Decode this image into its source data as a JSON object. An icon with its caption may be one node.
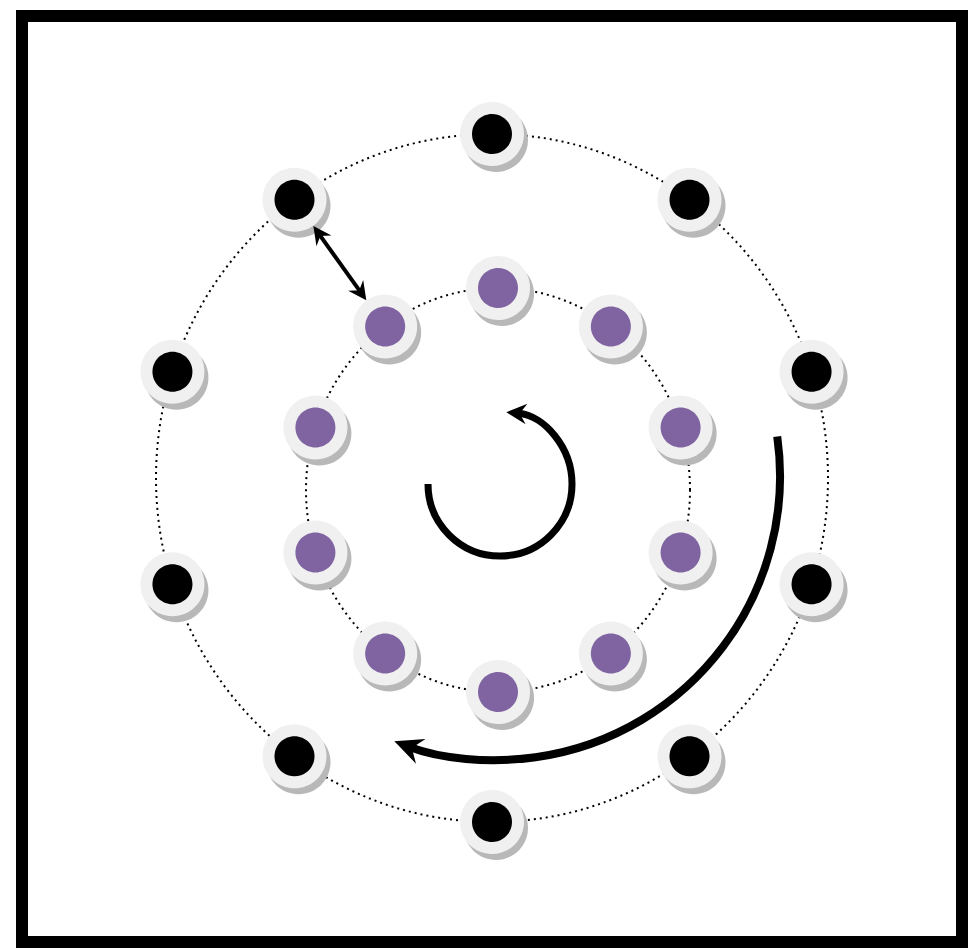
{
  "diagram": {
    "nodes": [
      {
        "text": [],
        "shape": "circle"
      },
      {
        "text": [],
        "shape": "circle"
      },
      {
        "text": [],
        "shape": "circle"
      },
      {
        "text": [],
        "shape": "circle"
      },
      {
        "text": [],
        "shape": "circle"
      },
      {
        "text": [],
        "shape": "circle"
      },
      {
        "text": [],
        "shape": "circle"
      },
      {
        "text": [],
        "shape": "circle"
      },
      {
        "text": [],
        "shape": "circle"
      },
      {
        "text": [],
        "shape": "circle"
      },
      {
        "text": [],
        "shape": "circle"
      },
      {
        "text": [],
        "shape": "circle"
      },
      {
        "text": [],
        "shape": "circle"
      },
      {
        "text": [],
        "shape": "circle"
      },
      {
        "text": [],
        "shape": "circle"
      },
      {
        "text": [],
        "shape": "circle"
      },
      {
        "text": [],
        "shape": "circle"
      },
      {
        "text": [],
        "shape": "circle"
      },
      {
        "text": [],
        "shape": "circle"
      },
      {
        "text": [],
        "shape": "circle"
      }
    ],
    "edges": [
      {
        "from": 9,
        "to": 19,
        "arrow": "both"
      }
    ]
  }
}
